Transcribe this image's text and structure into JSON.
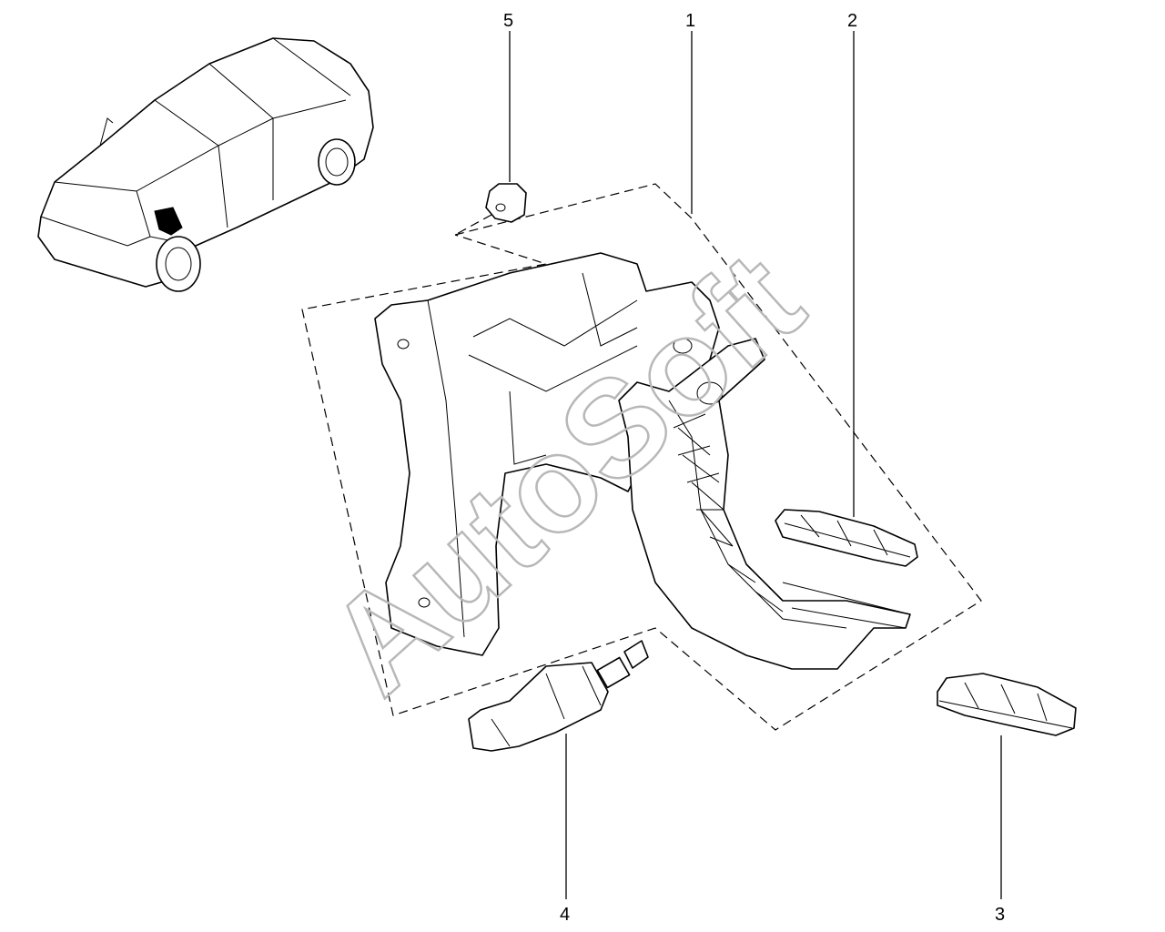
{
  "diagram": {
    "watermark": "AutoSoft",
    "callouts": [
      {
        "id": "callout-1",
        "label": "1"
      },
      {
        "id": "callout-2",
        "label": "2"
      },
      {
        "id": "callout-3",
        "label": "3"
      },
      {
        "id": "callout-4",
        "label": "4"
      },
      {
        "id": "callout-5",
        "label": "5"
      }
    ],
    "parts": [
      {
        "name": "pedal-assembly",
        "callout": "1"
      },
      {
        "name": "pedal-pad-upper",
        "callout": "2"
      },
      {
        "name": "pedal-pad-lower",
        "callout": "3"
      },
      {
        "name": "brake-light-switch",
        "callout": "4"
      },
      {
        "name": "rubber-bushing",
        "callout": "5"
      }
    ],
    "colors": {
      "line": "#000000",
      "background": "#ffffff",
      "watermark": "#b8b8b8"
    }
  }
}
